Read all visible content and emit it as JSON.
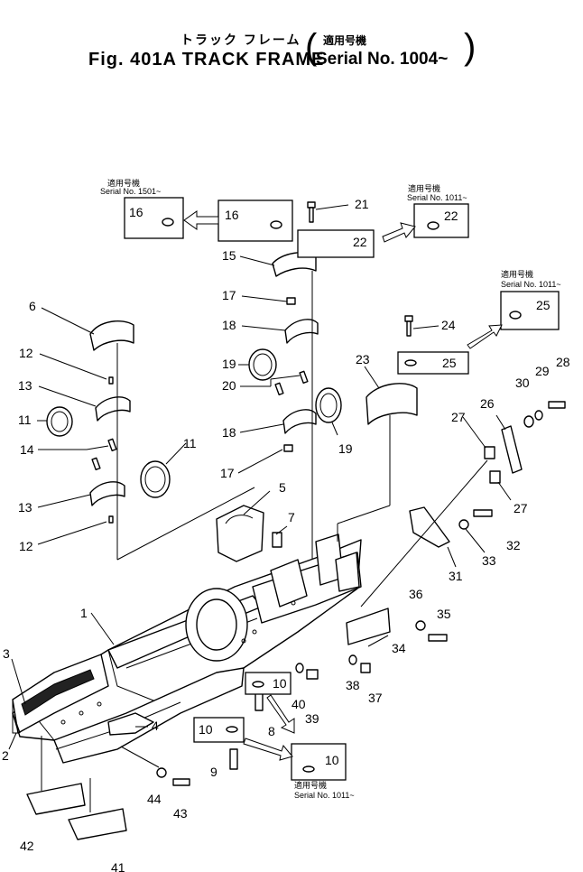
{
  "title": {
    "japanese": "トラック フレーム",
    "serial_japanese": "適用号機",
    "english": "Fig. 401A TRACK FRAME",
    "serial": "Serial No. 1004~"
  },
  "callout_boxes": [
    {
      "header_jp": "適用号機",
      "header": "Serial No. 1501~",
      "part": "16"
    },
    {
      "header_jp": "",
      "header": "",
      "part": "16"
    },
    {
      "header_jp": "適用号機",
      "header": "Serial No. 1011~",
      "part": "22"
    },
    {
      "header_jp": "",
      "header": "",
      "part": "22"
    },
    {
      "header_jp": "適用号機",
      "header": "Serial No. 1011~",
      "part": "25"
    },
    {
      "header_jp": "",
      "header": "",
      "part": "25"
    },
    {
      "header_jp": "",
      "header": "",
      "part": "10"
    },
    {
      "header_jp": "",
      "header": "",
      "part": "10"
    },
    {
      "header_jp": "適用号機",
      "header": "Serial No. 1011~",
      "part": "10"
    }
  ],
  "part_numbers": [
    "1",
    "2",
    "3",
    "4",
    "5",
    "6",
    "7",
    "8",
    "9",
    "11",
    "11",
    "12",
    "12",
    "13",
    "13",
    "14",
    "15",
    "17",
    "17",
    "18",
    "18",
    "19",
    "19",
    "20",
    "21",
    "23",
    "24",
    "26",
    "27",
    "27",
    "28",
    "29",
    "30",
    "31",
    "32",
    "33",
    "34",
    "35",
    "36",
    "37",
    "38",
    "39",
    "40",
    "41",
    "42",
    "43",
    "44"
  ]
}
